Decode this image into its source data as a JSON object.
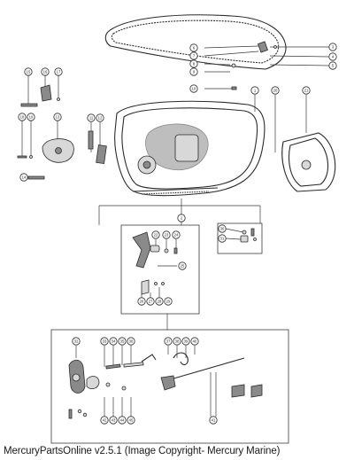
{
  "footer": {
    "text": "MercuryPartsOnline v2.5.1 (Image Copyright- Mercury Marine)"
  },
  "callouts": {
    "c1": "1",
    "c2": "2",
    "c3": "3",
    "c4": "4",
    "c5": "5",
    "c6": "6",
    "c7": "7",
    "c8": "8",
    "c9": "9",
    "c10": "10",
    "c11": "11",
    "c12": "12",
    "c13": "13",
    "c14": "14",
    "c15": "15",
    "c16": "16",
    "c17": "17",
    "c18": "18",
    "c19": "19",
    "c20": "20",
    "c21": "21",
    "c22": "22",
    "c23": "23",
    "c24": "24",
    "c25": "25",
    "c26": "26",
    "c27": "27",
    "c28": "28",
    "c29": "29",
    "c30": "30",
    "c31": "31",
    "c32": "32",
    "c33": "33",
    "c34": "34",
    "c35": "35",
    "c36": "36",
    "c37": "37",
    "c38": "38",
    "c39": "39",
    "c40": "40",
    "c41": "41",
    "c42": "42",
    "c43": "43",
    "c44": "44",
    "c45": "45"
  },
  "colors": {
    "ink": "#2b2b2b",
    "background": "#ffffff"
  }
}
